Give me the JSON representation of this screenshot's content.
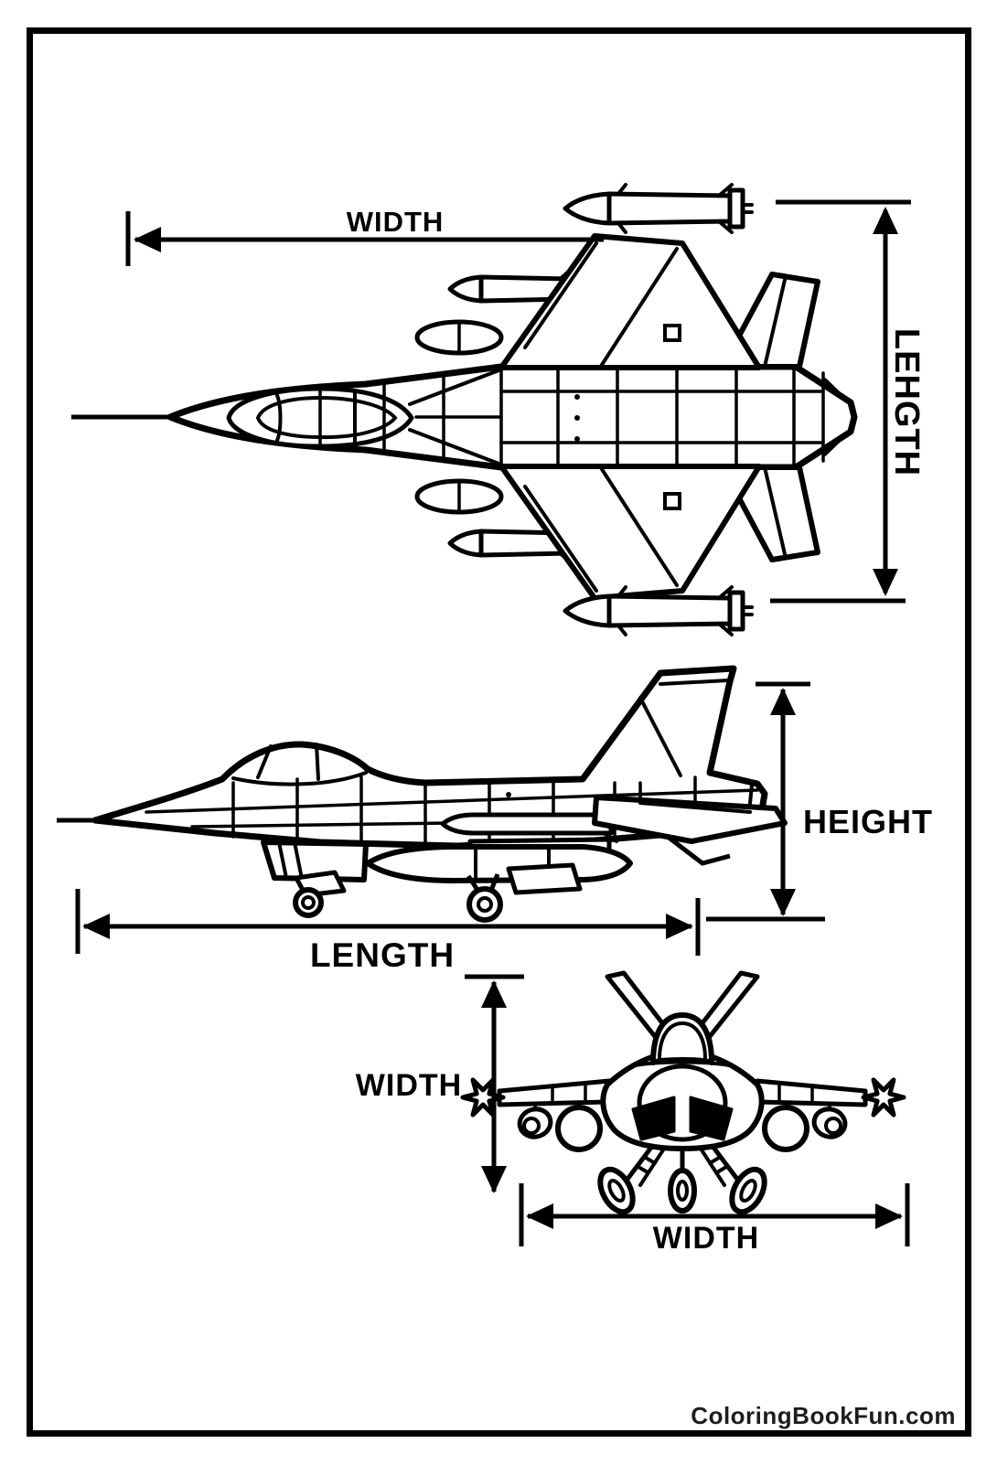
{
  "page": {
    "background": "#ffffff",
    "ink": "#000000",
    "border_color": "#000000",
    "footer": {
      "site": "ColoringBookFun.com",
      "color": "#1d1d1d"
    }
  },
  "labels": {
    "top_width": "WIDTH",
    "length_vertical": "LEHGTH",
    "height": "HEIGHT",
    "length_bottom": "LENGTH",
    "front_width_left": "WIDTH",
    "front_width_bottom": "WIDTH"
  },
  "figure": {
    "subject": "fighter-jet-three-view-coloring-page",
    "views": [
      "top-view",
      "side-view",
      "front-view"
    ]
  }
}
